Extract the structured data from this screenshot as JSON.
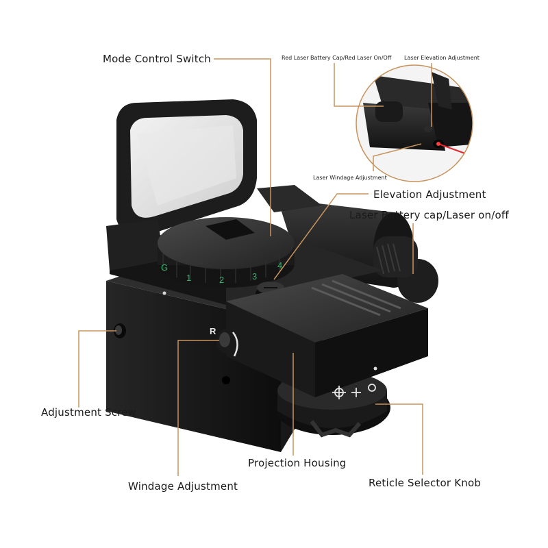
{
  "labels": {
    "mode_control_switch": "Mode Control Switch",
    "red_laser_battery_cap": "Red Laser Battery Cap/Red Laser On/Off",
    "laser_elevation_adjustment": "Laser Elevation Adjustment",
    "laser_windage_adjustment": "Laser Windage Adjustment",
    "elevation_adjustment": "Elevation Adjustment",
    "laser_battery_cap": "Laser Battery cap/Laser on/off",
    "adjustment_screw": "Adjustment Screw",
    "projection_housing": "Projection Housing",
    "windage_adjustment": "Windage Adjustment",
    "reticle_selector_knob": "Reticle Selector Knob"
  },
  "dial_numbers": [
    "G",
    "1",
    "2",
    "3",
    "4"
  ],
  "knob_letter": "R",
  "colors": {
    "leader_line": "#b5804a",
    "body": "#1c1c1c",
    "dial_text": "#2fb36b",
    "laser": "#e3262b"
  }
}
